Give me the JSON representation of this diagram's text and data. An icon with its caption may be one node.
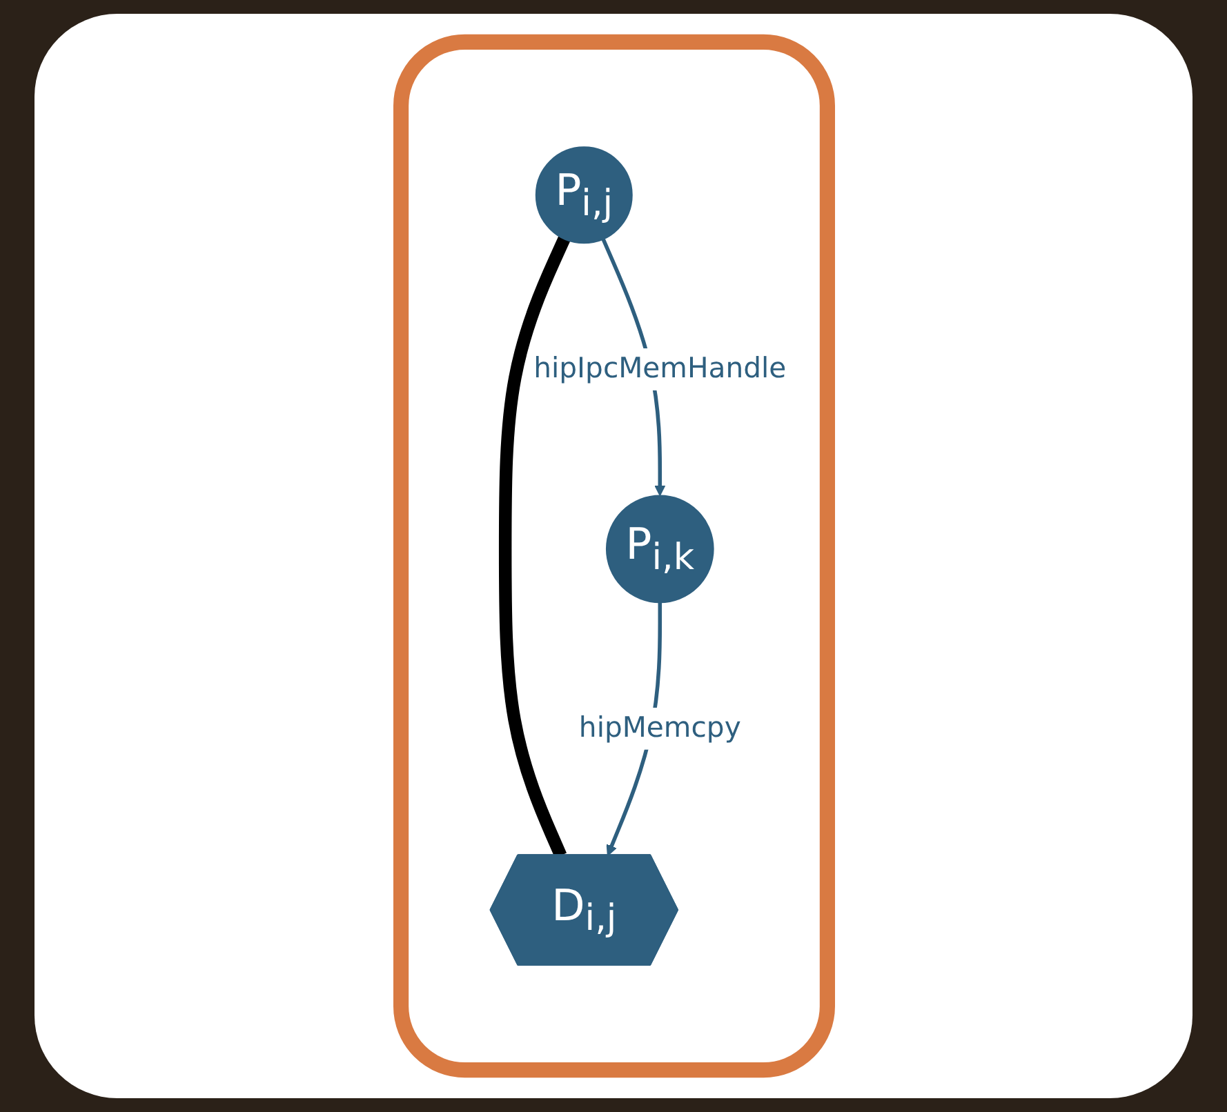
{
  "diagram": {
    "nodes": [
      {
        "text": [],
        "shape": "box"
      },
      {
        "text": [
          "P$_{i,j}$"
        ],
        "in": 0
      },
      {
        "text": [
          "P$_{i,k}$"
        ],
        "in": 0
      },
      {
        "text": [
          "D$_{i,j}$"
        ],
        "in": 0
      }
    ],
    "edges": [
      {
        "from": 1,
        "to": 3,
        "arrow": "none",
        "style": "thick",
        "color": "#000000"
      },
      {
        "from": 1,
        "to": 2,
        "arrow": "to",
        "label": "hipIpcMemHandle"
      },
      {
        "from": 2,
        "to": 3,
        "arrow": "to",
        "label": "hipMemcpy"
      }
    ]
  }
}
